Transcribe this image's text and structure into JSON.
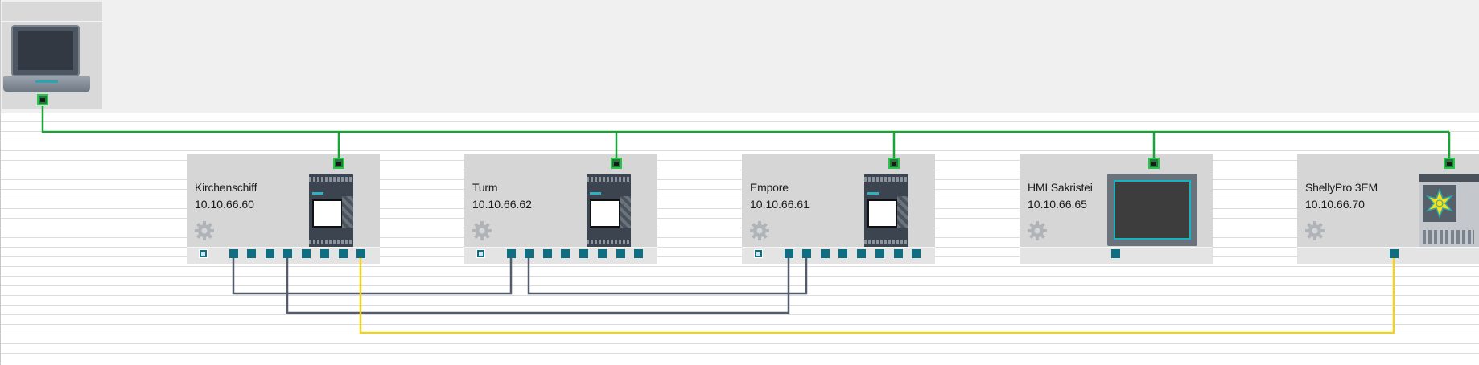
{
  "network_view": {
    "colors": {
      "profinet_line": "#1aa33a",
      "link_line_grey": "#525c6a",
      "link_line_yellow": "#f2d31b",
      "port_teal": "#0f6f82",
      "device_bg": "#d6d6d6"
    },
    "pc": {
      "icon": "laptop-icon"
    },
    "devices": [
      {
        "name": "Kirchenschiff",
        "ip": "10.10.66.60",
        "type_icon": "plc-logo-icon"
      },
      {
        "name": "Turm",
        "ip": "10.10.66.62",
        "type_icon": "plc-logo-icon"
      },
      {
        "name": "Empore",
        "ip": "10.10.66.61",
        "type_icon": "plc-logo-icon"
      },
      {
        "name": "HMI Sakristei",
        "ip": "10.10.66.65",
        "type_icon": "hmi-panel-icon"
      },
      {
        "name": "ShellyPro 3EM",
        "ip": "10.10.66.70",
        "type_icon": "shelly-icon"
      }
    ]
  }
}
